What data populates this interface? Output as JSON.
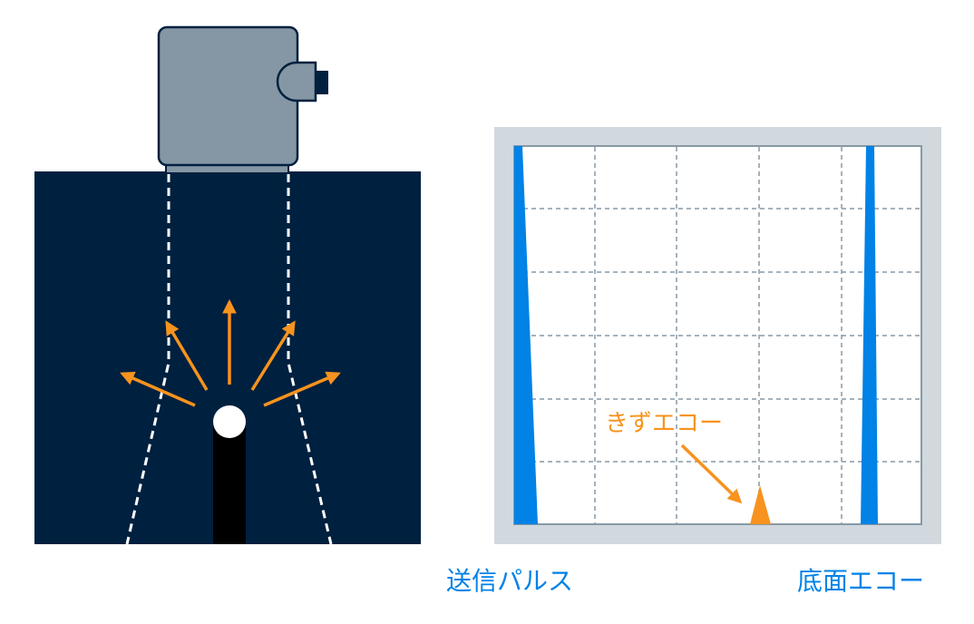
{
  "labels": {
    "flaw_echo": "きずエコー",
    "transmit_pulse": "送信パルス",
    "back_echo": "底面エコー"
  },
  "colors": {
    "specimen": "#00203f",
    "probe": "#8597a4",
    "arrow": "#f7931e",
    "pulse": "#0082e6",
    "screen_frame": "#d1d8de",
    "grid": "#8799a6"
  }
}
